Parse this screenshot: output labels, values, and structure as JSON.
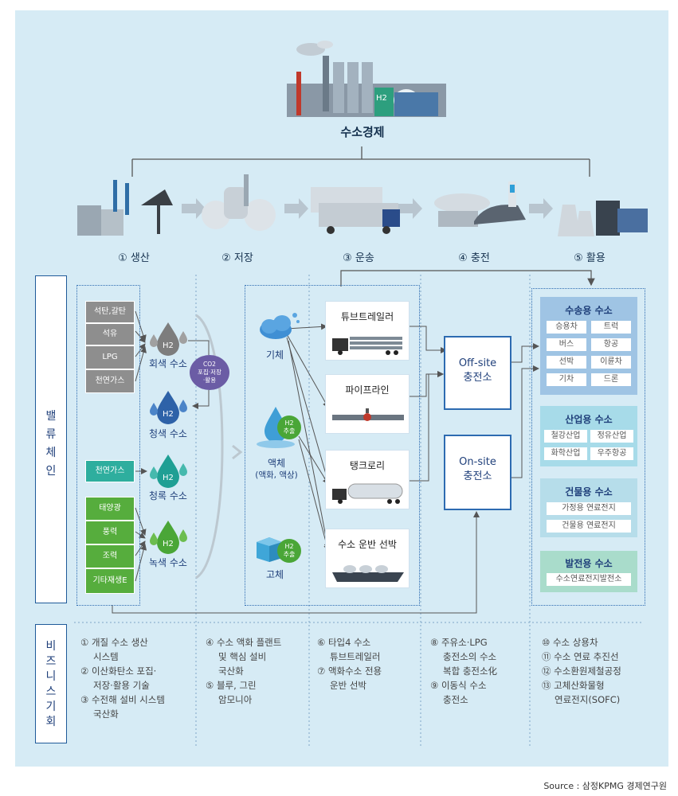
{
  "top_title": "수소경제",
  "h2_factory": "H2",
  "stages": [
    "① 생산",
    "② 저장",
    "③ 운송",
    "④ 충전",
    "⑤ 활용"
  ],
  "row_labels": {
    "value_chain": "밸류체인",
    "business": "비즈니스기회"
  },
  "production": {
    "gray_sources": [
      "석탄,갈탄",
      "석유",
      "LPG",
      "천연가스"
    ],
    "gray_label": "회색 수소",
    "co2_badge": {
      "line1": "CO2",
      "line2": "포집·저장",
      "line3": "·활용"
    },
    "blue_label": "청색 수소",
    "turquoise_sources": [
      "천연가스"
    ],
    "turquoise_label": "청록 수소",
    "green_sources": [
      "태양광",
      "풍력",
      "조력",
      "기타재생E"
    ],
    "green_label": "녹색 수소",
    "h2": "H2"
  },
  "states": {
    "gas": "기체",
    "liquid": "액체",
    "liquid_sub": "(액화, 액상)",
    "solid": "고체",
    "extract_h2": "H2",
    "extract_label": "추출"
  },
  "transport": [
    "튜브트레일러",
    "파이프라인",
    "탱크로리",
    "수소 운반 선박"
  ],
  "stations": [
    {
      "line1": "Off-site",
      "line2": "충전소"
    },
    {
      "line1": "On-site",
      "line2": "충전소"
    }
  ],
  "uses": {
    "transport": {
      "title": "수송용 수소",
      "items": [
        "승용차",
        "트럭",
        "버스",
        "항공",
        "선박",
        "이륜차",
        "기차",
        "드론"
      ]
    },
    "industry": {
      "title": "산업용 수소",
      "items": [
        "철강산업",
        "정유산업",
        "화학산업",
        "우주항공"
      ]
    },
    "building": {
      "title": "건물용 수소",
      "items": [
        "가정용 연료전지",
        "건물용 연료전지"
      ]
    },
    "power": {
      "title": "발전용 수소",
      "items": [
        "수소연료전지발전소"
      ]
    }
  },
  "business": {
    "col1": [
      "① 개질 수소 생산",
      "시스템",
      "② 이산화탄소 포집·",
      "저장·활용 기술",
      "③ 수전해 설비 시스템",
      "국산화"
    ],
    "col2": [
      "④ 수소 액화 플랜트",
      "및 핵심 설비",
      "국산화",
      "⑤ 블루, 그린",
      "암모니아"
    ],
    "col3": [
      "⑥ 타입4 수소",
      "튜브트레일러",
      "⑦ 액화수소 전용",
      "운반 선박"
    ],
    "col4": [
      "⑧ 주유소·LPG",
      "충전소의 수소",
      "복합 충전소化",
      "⑨ 이동식 수소",
      "충전소"
    ],
    "col5": [
      "⑩ 수소 상용차",
      "⑪ 수소 연료 추진선",
      "⑫ 수소환원제철공정",
      "⑬ 고체산화물형",
      "연료전지(SOFC)"
    ]
  },
  "source": "Source : 삼정KPMG 경제연구원",
  "colors": {
    "panel": "#d6ebf5",
    "navy": "#1f3f7a",
    "gray_src": "#8e8e8e",
    "teal_src": "#2eae9e",
    "green_src": "#56ad3d",
    "transport_use": "#9fc4e4",
    "industry_use": "#a7dbe9",
    "building_use": "#b6ddea",
    "power_use": "#a9dccb"
  }
}
